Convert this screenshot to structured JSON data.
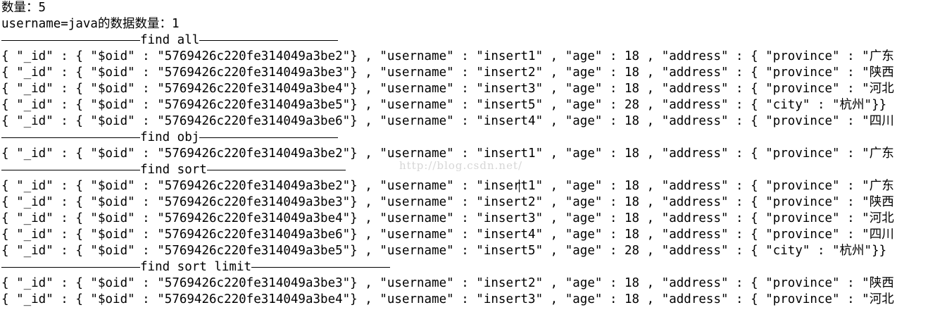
{
  "summary": {
    "count_line": "数量：5",
    "java_count_line": "username=java的数据数量：1"
  },
  "sections": {
    "find_all": "find all",
    "find_obj": "find obj",
    "find_sort": "find sort",
    "find_sort_limit": "find sort limit"
  },
  "find_all_rows": [
    "{ \"_id\" : { \"$oid\" : \"5769426c220fe314049a3be2\"} , \"username\" : \"insert1\" , \"age\" : 18 , \"address\" : { \"province\" : \"广东",
    "{ \"_id\" : { \"$oid\" : \"5769426c220fe314049a3be3\"} , \"username\" : \"insert2\" , \"age\" : 18 , \"address\" : { \"province\" : \"陕西",
    "{ \"_id\" : { \"$oid\" : \"5769426c220fe314049a3be4\"} , \"username\" : \"insert3\" , \"age\" : 18 , \"address\" : { \"province\" : \"河北",
    "{ \"_id\" : { \"$oid\" : \"5769426c220fe314049a3be5\"} , \"username\" : \"insert5\" , \"age\" : 28 , \"address\" : { \"city\" : \"杭州\"}}",
    "{ \"_id\" : { \"$oid\" : \"5769426c220fe314049a3be6\"} , \"username\" : \"insert4\" , \"age\" : 18 , \"address\" : { \"province\" : \"四川"
  ],
  "find_obj_rows": [
    "{ \"_id\" : { \"$oid\" : \"5769426c220fe314049a3be2\"} , \"username\" : \"insert1\" , \"age\" : 18 , \"address\" : { \"province\" : \"广东"
  ],
  "find_sort_rows": [
    "{ \"_id\" : { \"$oid\" : \"5769426c220fe314049a3be2\"} , \"username\" : \"insert1\" , \"age\" : 18 , \"address\" : { \"province\" : \"广东",
    "{ \"_id\" : { \"$oid\" : \"5769426c220fe314049a3be3\"} , \"username\" : \"insert2\" , \"age\" : 18 , \"address\" : { \"province\" : \"陕西",
    "{ \"_id\" : { \"$oid\" : \"5769426c220fe314049a3be4\"} , \"username\" : \"insert3\" , \"age\" : 18 , \"address\" : { \"province\" : \"河北",
    "{ \"_id\" : { \"$oid\" : \"5769426c220fe314049a3be6\"} , \"username\" : \"insert4\" , \"age\" : 18 , \"address\" : { \"province\" : \"四川",
    "{ \"_id\" : { \"$oid\" : \"5769426c220fe314049a3be5\"} , \"username\" : \"insert5\" , \"age\" : 28 , \"address\" : { \"city\" : \"杭州\"}}"
  ],
  "find_sort_limit_rows": [
    "{ \"_id\" : { \"$oid\" : \"5769426c220fe314049a3be3\"} , \"username\" : \"insert2\" , \"age\" : 18 , \"address\" : { \"province\" : \"陕西",
    "{ \"_id\" : { \"$oid\" : \"5769426c220fe314049a3be4\"} , \"username\" : \"insert3\" , \"age\" : 18 , \"address\" : { \"province\" : \"河北"
  ],
  "watermark": "http://blog.csdn.net/"
}
